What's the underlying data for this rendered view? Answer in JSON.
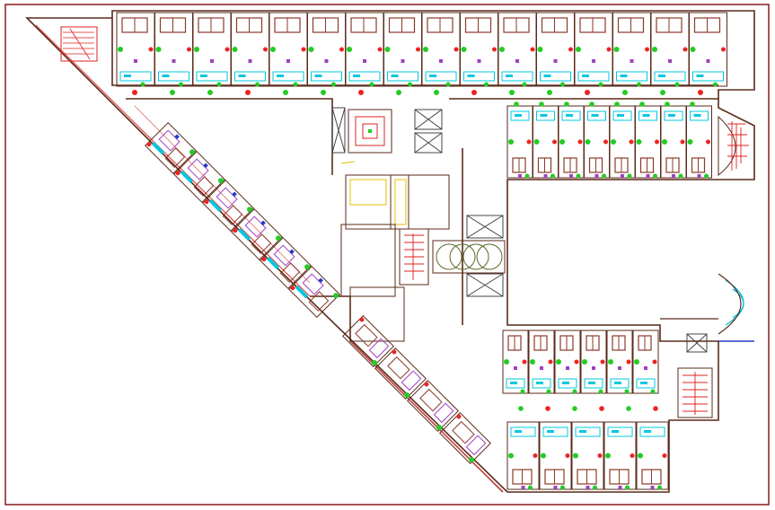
{
  "drawing": {
    "kind": "hotel floor plan (CAD drawing)",
    "north_wing_rooms": 16,
    "middle_wing_rooms": 8,
    "south_wing_rooms_upper": 6,
    "south_wing_rooms_lower": 5,
    "diagonal_wing_rooms": 6
  },
  "colors": {
    "border": "#8b1a1a",
    "wall": "#5a2a1a",
    "furniture": "#8b3a2a",
    "bathroom": "#00c8e0",
    "fixture_green": "#22cc22",
    "fixture_red": "#ee2222",
    "stair": "#e02020",
    "lift": "#444444",
    "purple": "#a040c0",
    "blue": "#2040c0",
    "yellow": "#e0c000"
  }
}
